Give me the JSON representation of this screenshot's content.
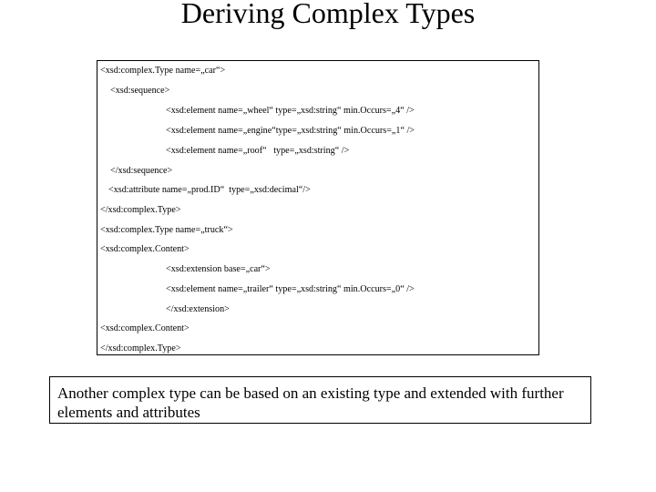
{
  "slide": {
    "title": "Deriving Complex Types"
  },
  "code": {
    "lines": [
      "<xsd:complex.Type name=„car“>",
      "<xsd:sequence>",
      "<xsd:element name=„wheel“ type=„xsd:string“ min.Occurs=„4“ />",
      "<xsd:element name=„engine“type=„xsd:string“ min.Occurs=„1“ />",
      "<xsd:element name=„roof“   type=„xsd:string“ />",
      "</xsd:sequence>",
      "<xsd:attribute name=„prod.ID“  type=„xsd:decimal“/>",
      "</xsd:complex.Type>",
      "<xsd:complex.Type name=„truck“>",
      "<xsd:complex.Content>",
      "<xsd:extension base=„car“>",
      "<xsd:element name=„trailer“ type=„xsd:string“ min.Occurs=„0“ />",
      "</xsd:extension>",
      "<xsd:complex.Content>",
      "</xsd:complex.Type>"
    ]
  },
  "note": {
    "text": "Another complex type can be based on an existing type and extended with further elements and attributes"
  }
}
